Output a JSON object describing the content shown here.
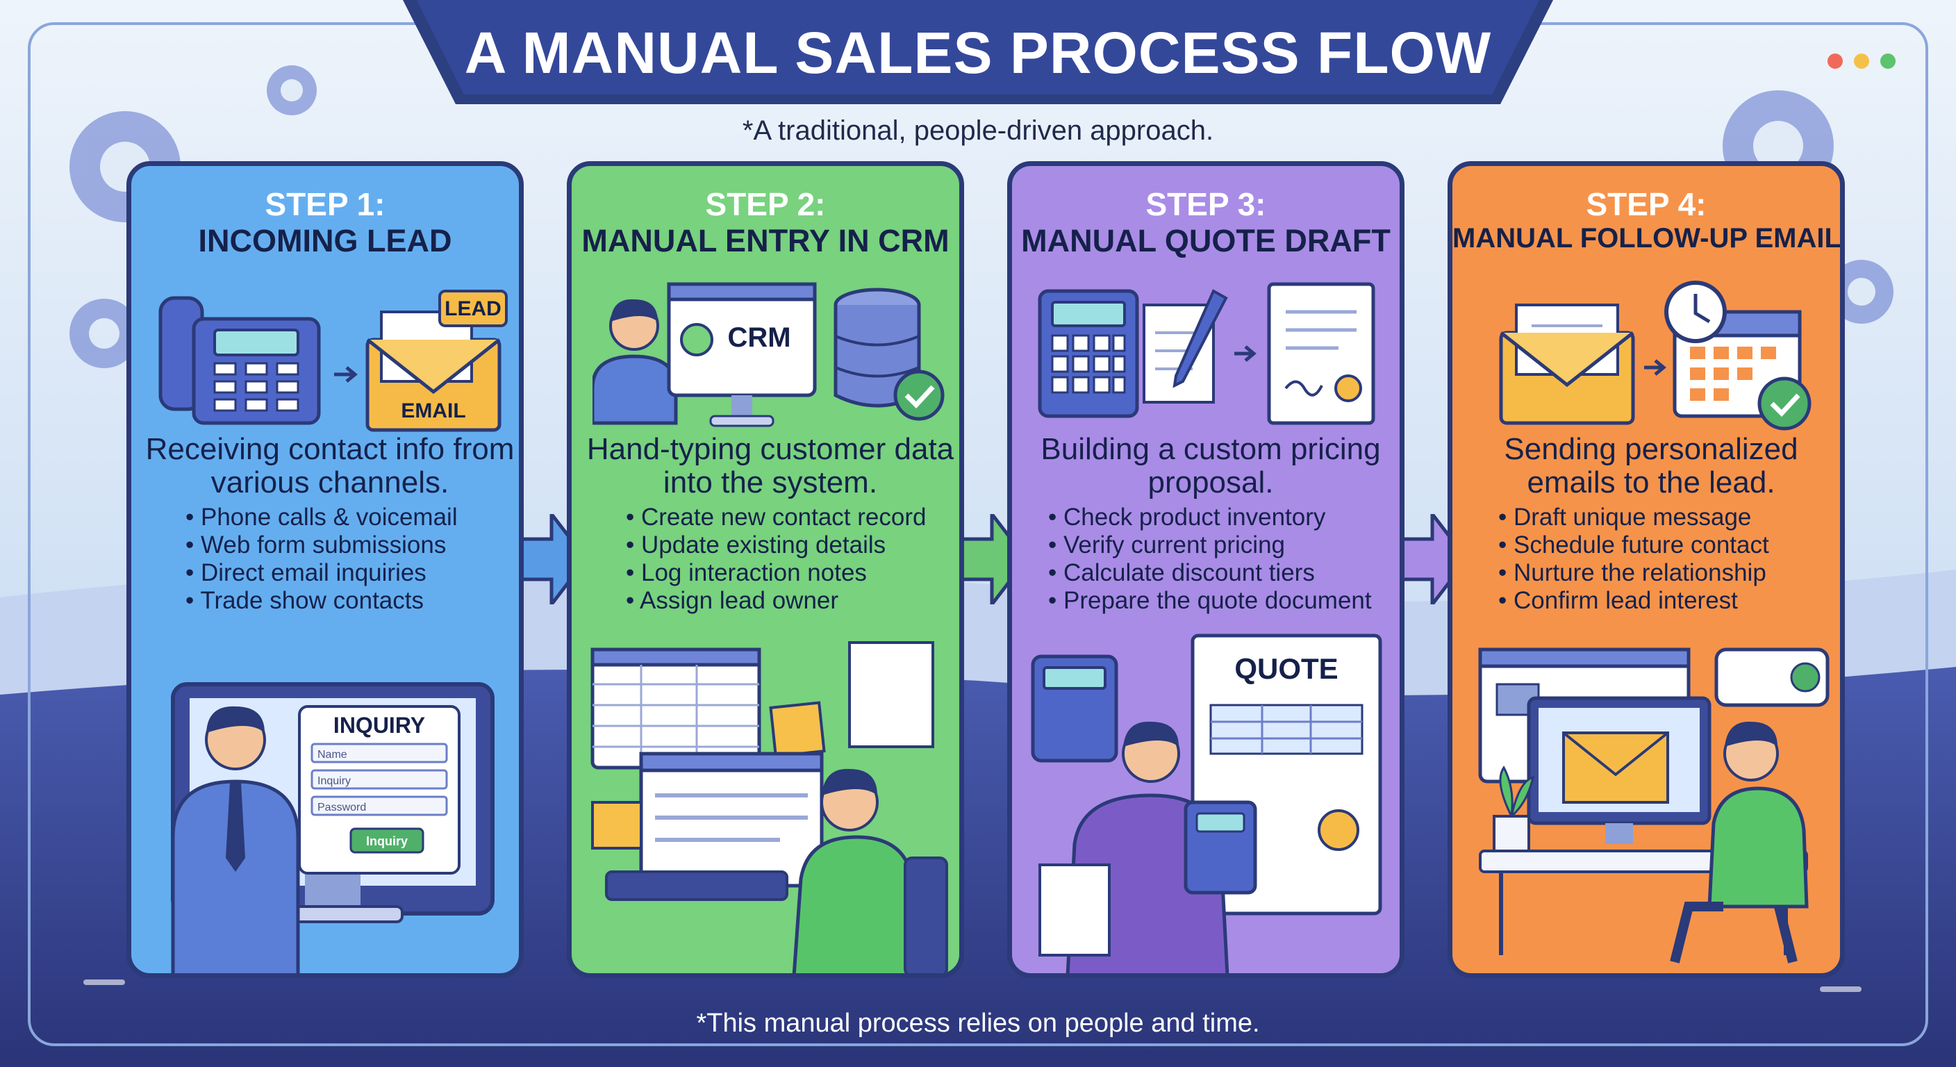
{
  "title": "A MANUAL SALES PROCESS FLOW",
  "subtitle": "*A traditional, people-driven approach.",
  "footer": "*This manual process relies on people and time.",
  "steps": [
    {
      "step": "STEP 1:",
      "title": "INCOMING LEAD",
      "description": "Receiving contact info from various channels.",
      "bullets": [
        "Phone calls & voicemail",
        "Web form submissions",
        "Direct email inquiries",
        "Trade show contacts"
      ],
      "icon_labels": {
        "badge": "LEAD",
        "envelope": "EMAIL"
      },
      "scene_labels": {
        "form_title": "INQUIRY",
        "field1": "Name",
        "field2": "Inquiry",
        "field3": "Password",
        "button": "Inquiry"
      },
      "color": "#64aef0"
    },
    {
      "step": "STEP 2:",
      "title": "MANUAL ENTRY IN CRM",
      "description": "Hand-typing customer data into the system.",
      "bullets": [
        "Create new contact record",
        "Update existing details",
        "Log interaction notes",
        "Assign lead owner"
      ],
      "icon_labels": {
        "screen": "CRM"
      },
      "color": "#78d27e"
    },
    {
      "step": "STEP 3:",
      "title": "MANUAL QUOTE DRAFT",
      "description": "Building a custom pricing proposal.",
      "bullets": [
        "Check product inventory",
        "Verify current pricing",
        "Calculate discount tiers",
        "Prepare the quote document"
      ],
      "scene_labels": {
        "document": "QUOTE"
      },
      "color": "#a98ce6"
    },
    {
      "step": "STEP 4:",
      "title": "MANUAL FOLLOW-UP EMAIL",
      "description": "Sending personalized emails to the lead.",
      "bullets": [
        "Draft unique message",
        "Schedule future contact",
        "Nurture the relationship",
        "Confirm lead interest"
      ],
      "color": "#f6934a"
    }
  ],
  "colors": {
    "navy": "#2b3a78",
    "banner": "#2c3f80",
    "background": "#dfeaf7"
  }
}
